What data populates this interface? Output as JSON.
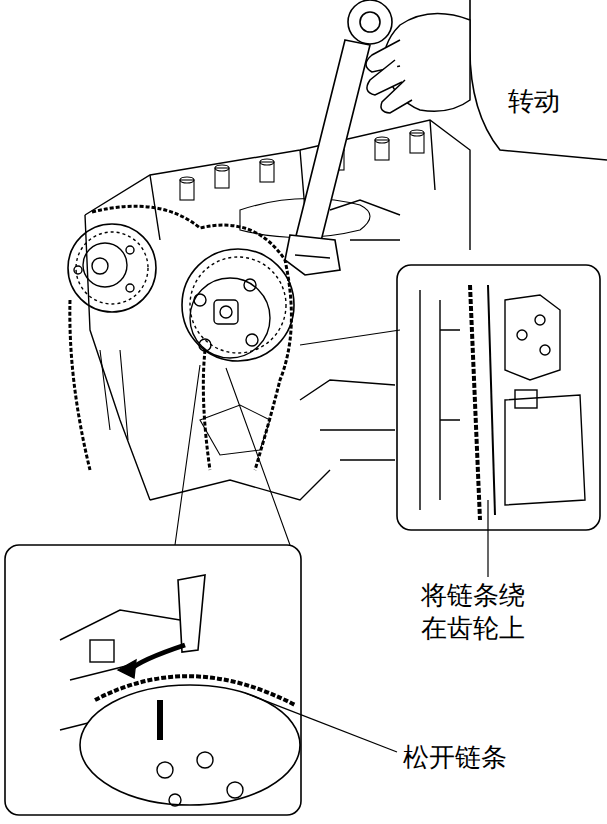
{
  "diagram": {
    "labels": [
      "转动",
      "将链条绕 在齿轮上",
      "松开链条"
    ]
  }
}
